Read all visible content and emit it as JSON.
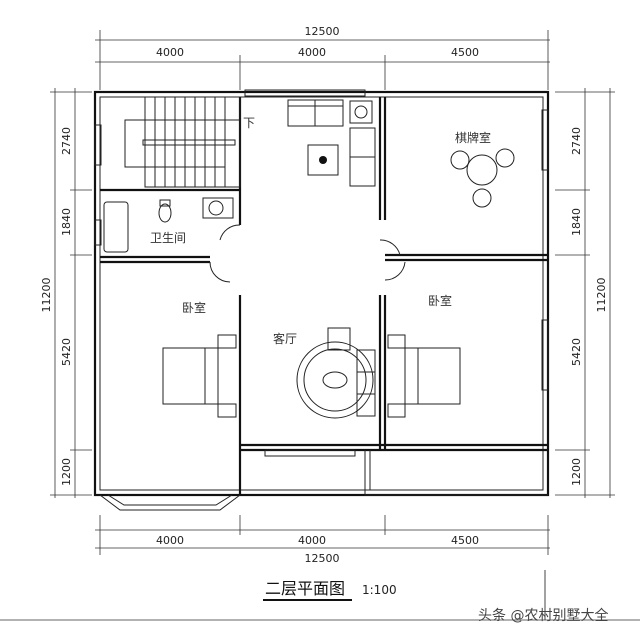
{
  "dimensions": {
    "top_total": "12500",
    "top_segments": [
      "4000",
      "4000",
      "4500"
    ],
    "bottom_total": "12500",
    "bottom_segments": [
      "4000",
      "4000",
      "4500"
    ],
    "left_total": "11200",
    "left_segments": [
      "2740",
      "1840",
      "5420",
      "1200"
    ],
    "right_total": "11200",
    "right_segments": [
      "2740",
      "1840",
      "5420",
      "1200"
    ]
  },
  "rooms": {
    "chess_room": "棋牌室",
    "bathroom": "卫生间",
    "bedroom_left": "卧室",
    "living_room": "客厅",
    "bedroom_right": "卧室",
    "stair_down": "下"
  },
  "title": "二层平面图",
  "scale": "1:100",
  "watermark": "头条 @农村别墅大全"
}
